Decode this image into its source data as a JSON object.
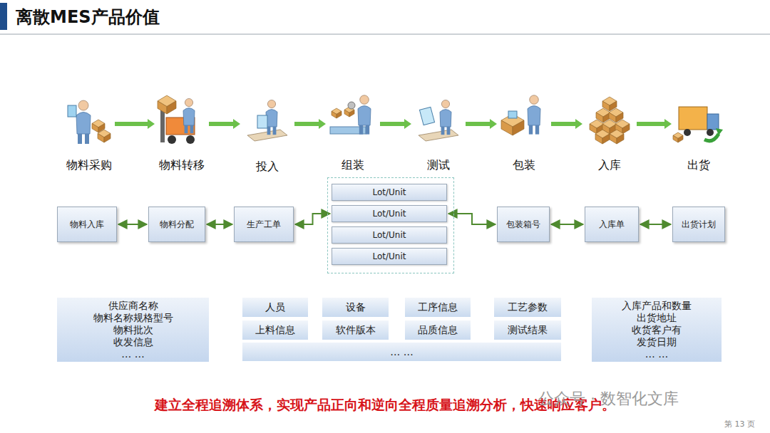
{
  "diagram": {
    "title": "离散MES产品价值",
    "caption": "建立全程追溯体系，实现产品正向和逆向全程质量追溯分析，快速响应客户。",
    "nodes": [
      {
        "text": [
          "物料入库"
        ]
      },
      {
        "text": [
          "物料分配"
        ]
      },
      {
        "text": [
          "生产工单"
        ]
      },
      {
        "text": [
          "Lot/Unit"
        ]
      },
      {
        "text": [
          "Lot/Unit"
        ]
      },
      {
        "text": [
          "Lot/Unit"
        ]
      },
      {
        "text": [
          "Lot/Unit"
        ]
      },
      {
        "text": [
          "包装箱号"
        ]
      },
      {
        "text": [
          "入库单"
        ]
      },
      {
        "text": [
          "出货计划"
        ]
      },
      {
        "text": [
          "供应商名称",
          "物料名称规格型号",
          "物料批次",
          "收发信息",
          "… …"
        ]
      },
      {
        "text": [
          "人员"
        ]
      },
      {
        "text": [
          "设备"
        ]
      },
      {
        "text": [
          "工序信息"
        ]
      },
      {
        "text": [
          "工艺参数"
        ]
      },
      {
        "text": [
          "上料信息"
        ]
      },
      {
        "text": [
          "软件版本"
        ]
      },
      {
        "text": [
          "品质信息"
        ]
      },
      {
        "text": [
          "测试结果"
        ]
      },
      {
        "text": [
          "… …"
        ]
      },
      {
        "text": [
          "入库产品和数量",
          "出货地址",
          "收货客户有",
          "发货日期",
          "… …"
        ]
      }
    ],
    "edges": [
      {
        "from": 0,
        "to": 1,
        "arrow": "both"
      },
      {
        "from": 1,
        "to": 2,
        "arrow": "both"
      },
      {
        "from": 2,
        "to": 4,
        "arrow": "both"
      },
      {
        "from": 4,
        "to": 7,
        "arrow": "both"
      },
      {
        "from": 7,
        "to": 8,
        "arrow": "both"
      },
      {
        "from": 8,
        "to": 9,
        "arrow": "both"
      }
    ],
    "labels": [
      "物料采购",
      "物料转移",
      "投入",
      "组装",
      "测试",
      "包装",
      "入库",
      "出货",
      "公众号 · 数智化文库",
      "第 13 页"
    ]
  }
}
